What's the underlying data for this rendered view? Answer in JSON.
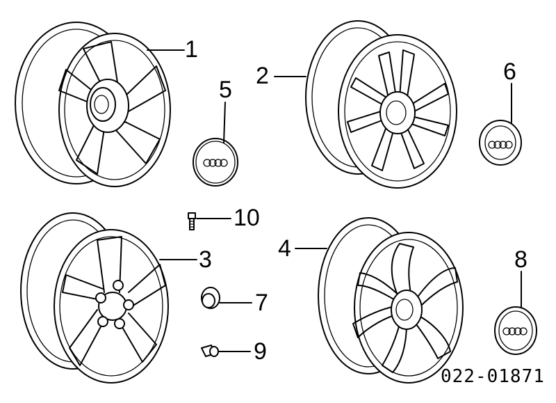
{
  "callouts": {
    "c1": "1",
    "c2": "2",
    "c3": "3",
    "c4": "4",
    "c5": "5",
    "c6": "6",
    "c7": "7",
    "c8": "8",
    "c9": "9",
    "c10": "10"
  },
  "diagram_code": "022-01871",
  "colors": {
    "ink": "#000000",
    "paper": "#ffffff"
  },
  "icons": [
    "wheel-five-spoke",
    "wheel-ten-spoke",
    "wheel-star-spoke",
    "wheel-six-spoke",
    "center-cap-four-rings",
    "lug-bolt",
    "screw",
    "valve-cap"
  ]
}
